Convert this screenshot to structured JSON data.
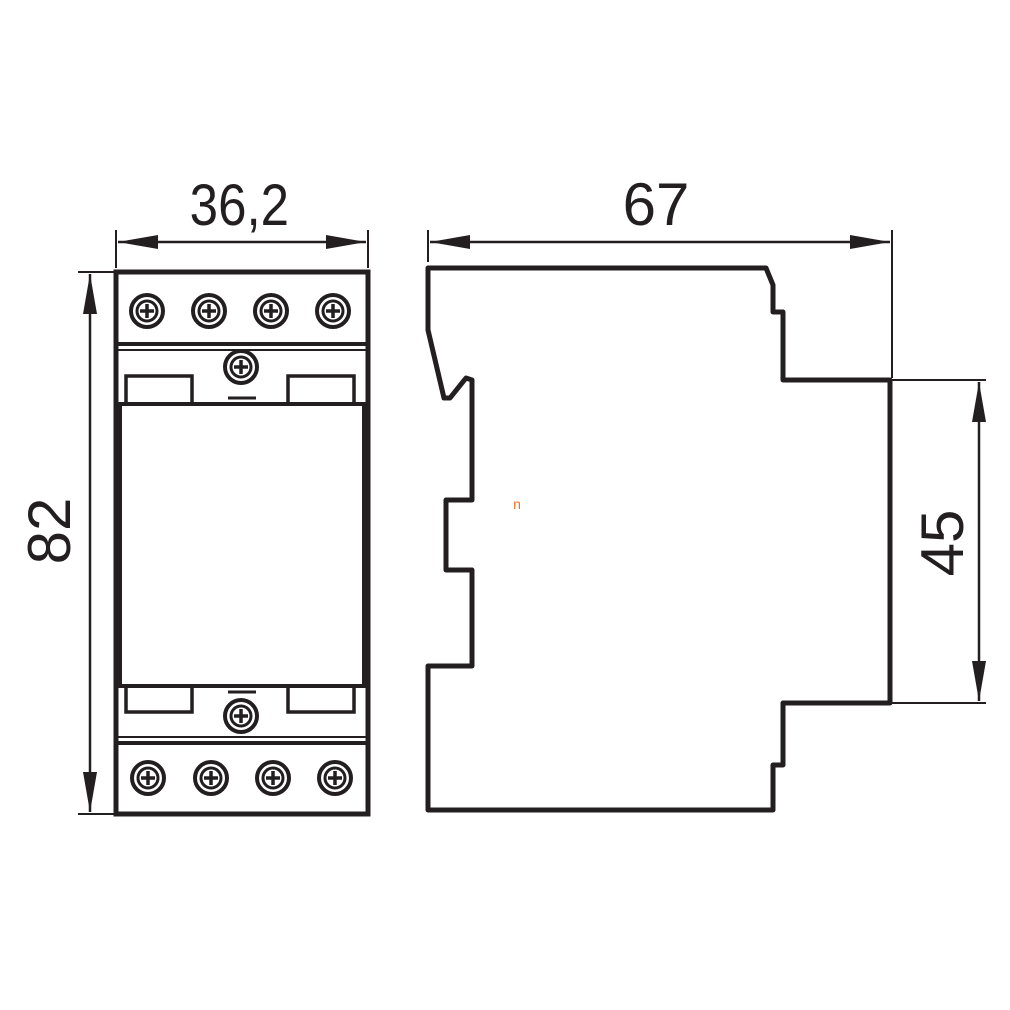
{
  "drawing": {
    "front_view": {
      "width_label": "36,2",
      "height_label": "82"
    },
    "side_view": {
      "depth_label": "67",
      "front_height_label": "45"
    },
    "stray_mark": "n"
  },
  "colors": {
    "line": "#231f20",
    "background": "#ffffff",
    "stray_mark": "#e8752a"
  }
}
